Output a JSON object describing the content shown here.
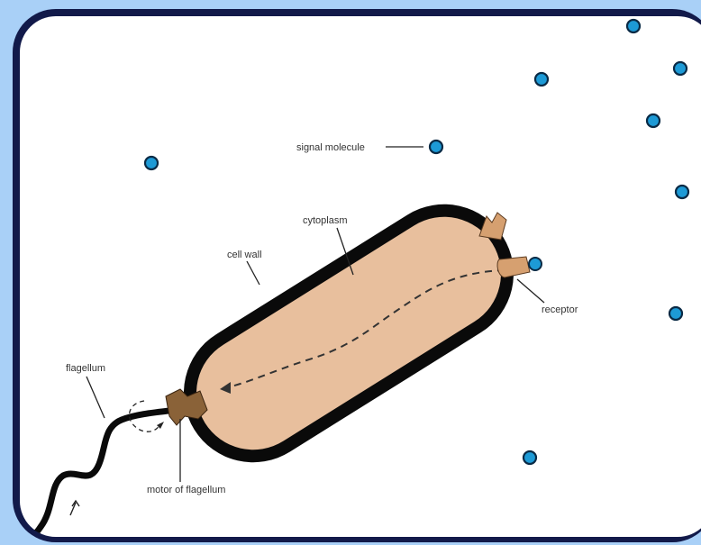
{
  "diagram": {
    "labels": {
      "signal_molecule": "signal molecule",
      "cytoplasm": "cytoplasm",
      "cell_wall": "cell wall",
      "receptor": "receptor",
      "flagellum": "flagellum",
      "motor_of_flagellum": "motor of flagellum"
    },
    "colors": {
      "background": "#a9d0f7",
      "frame": "#121a4a",
      "panel": "#ffffff",
      "cell_fill": "#e8bf9d",
      "cell_wall": "#0a0a0a",
      "receptor": "#d6a070",
      "motor": "#8a6238",
      "molecule_fill": "#1d9ad6",
      "molecule_stroke": "#0a2a45"
    }
  }
}
